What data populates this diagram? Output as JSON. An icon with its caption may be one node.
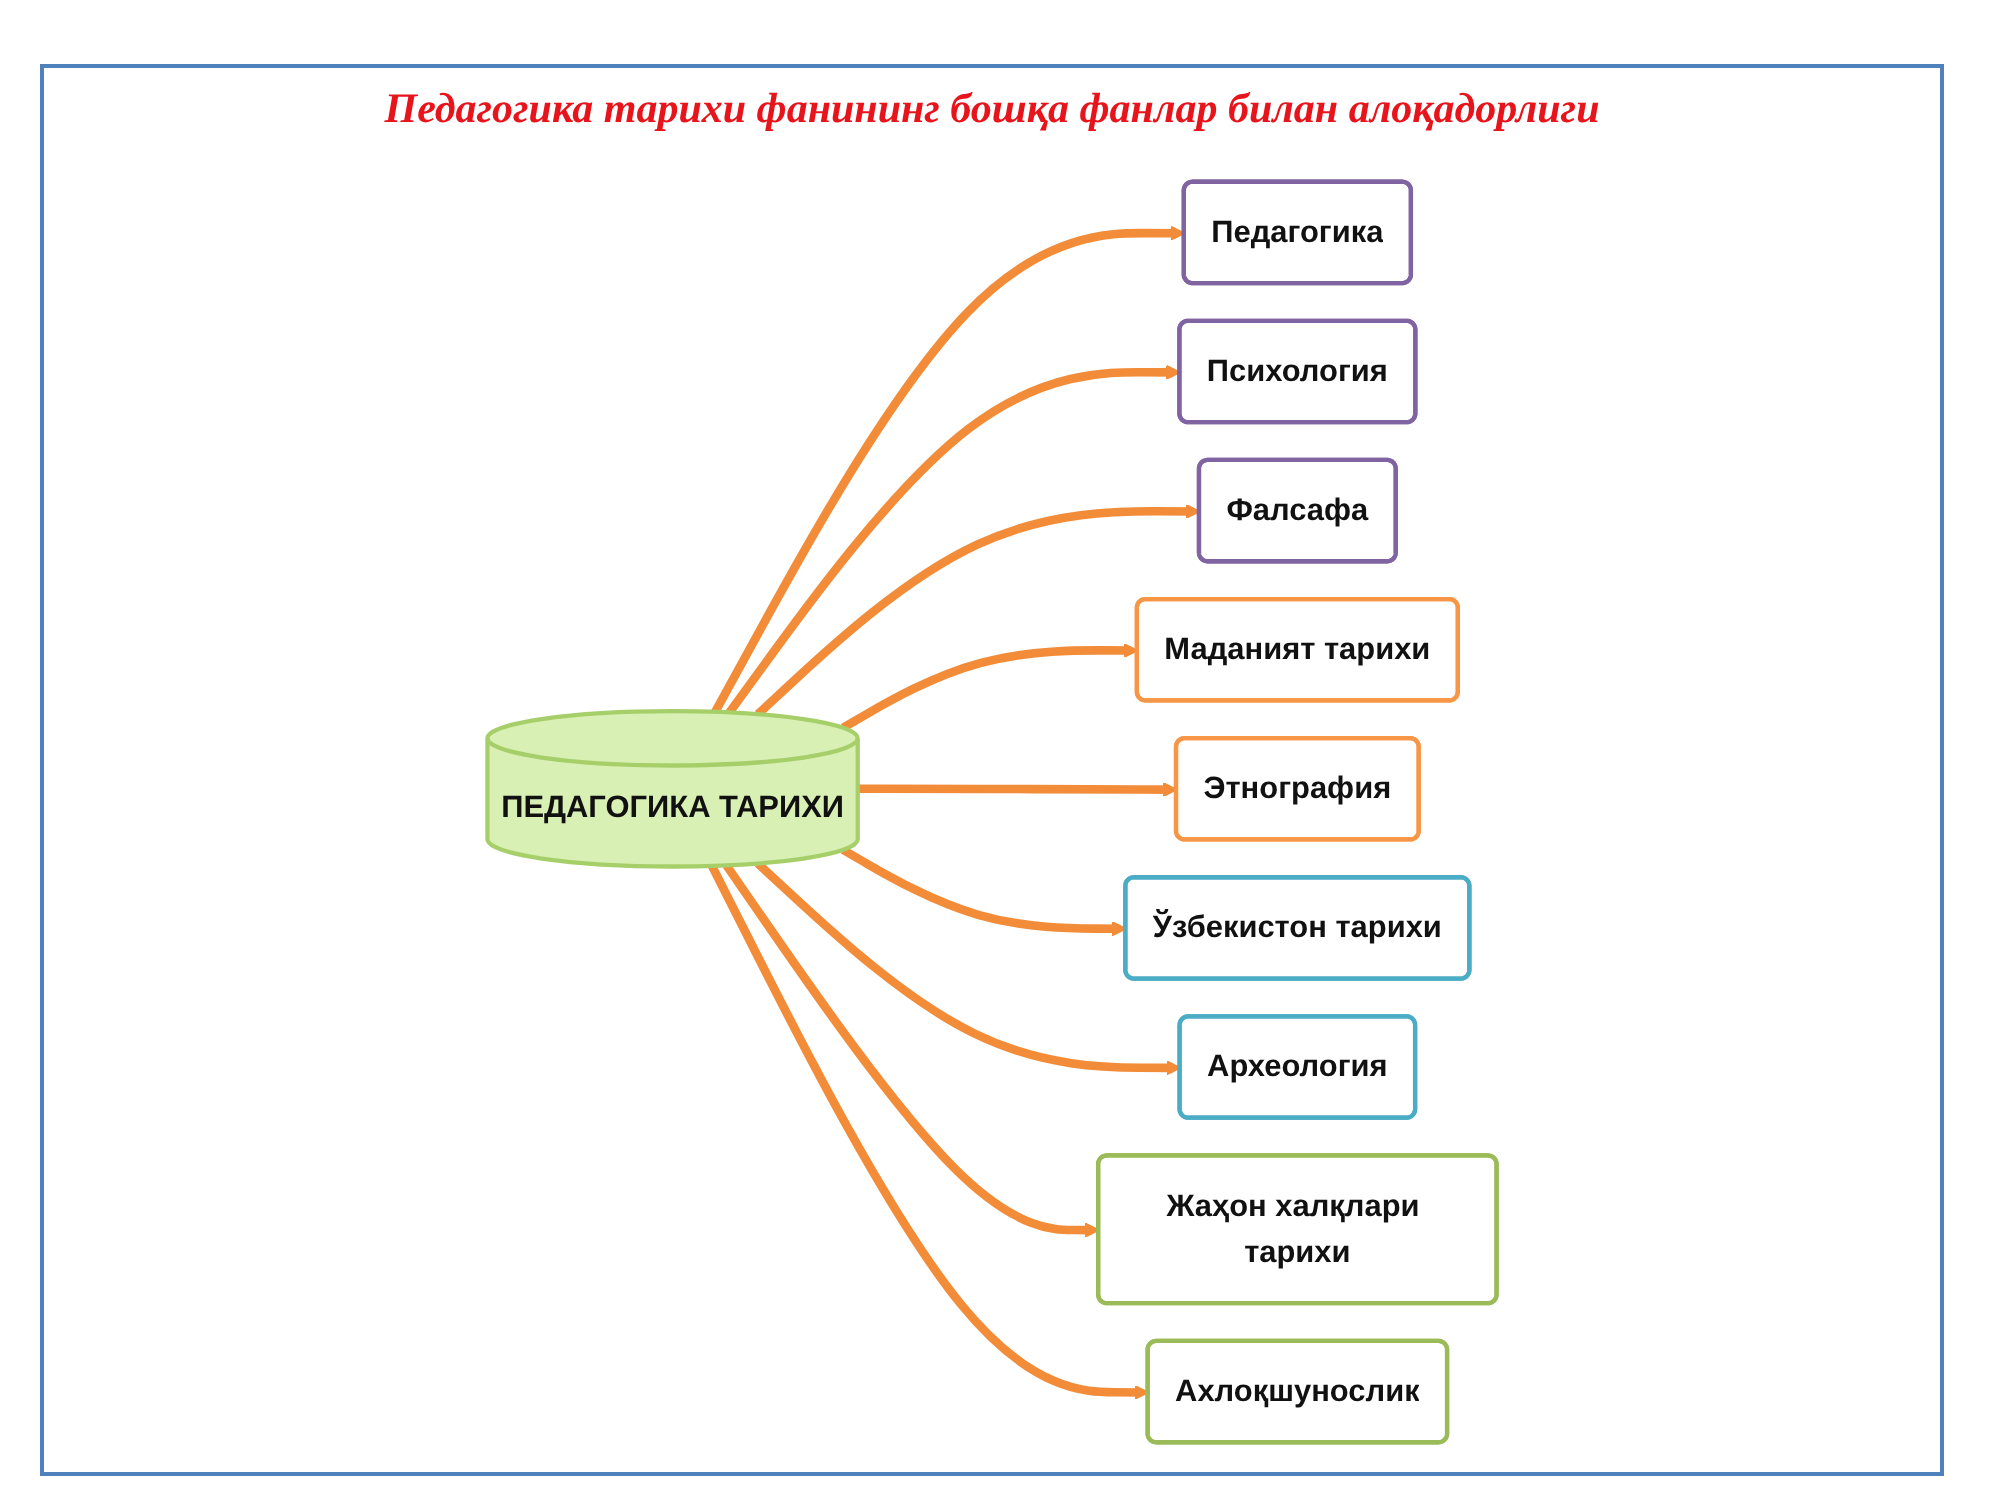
{
  "diagram": {
    "title": "Педагогика тарихи фанининг бошқа фанлар билан алоқадорлиги",
    "nodes": [
      {
        "text": [
          "Педагогика"
        ]
      },
      {
        "text": [
          "Психология"
        ]
      },
      {
        "text": [
          "Фалсафа"
        ]
      },
      {
        "text": [
          "ПЕДАГОГИКА ТАРИХИ"
        ]
      },
      {
        "text": [
          "Маданият тарихи"
        ]
      },
      {
        "text": [
          "Этнография"
        ]
      },
      {
        "text": [
          "Ўзбекистон тарихи"
        ]
      },
      {
        "text": [
          "Археология"
        ]
      },
      {
        "text": [
          "Жаҳон халқлари тарихи"
        ]
      },
      {
        "text": [
          "Ахлоқшунослик"
        ]
      }
    ],
    "edges": [
      {
        "from": 3,
        "to": 0,
        "arrow": "to"
      },
      {
        "from": 3,
        "to": 1,
        "arrow": "to"
      },
      {
        "from": 3,
        "to": 2,
        "arrow": "to"
      },
      {
        "from": 3,
        "to": 4,
        "arrow": "to"
      },
      {
        "from": 3,
        "to": 5,
        "arrow": "to"
      },
      {
        "from": 3,
        "to": 6,
        "arrow": "to"
      },
      {
        "from": 3,
        "to": 7,
        "arrow": "to"
      },
      {
        "from": 3,
        "to": 8,
        "arrow": "to"
      },
      {
        "from": 3,
        "to": 9,
        "arrow": "to"
      }
    ]
  }
}
